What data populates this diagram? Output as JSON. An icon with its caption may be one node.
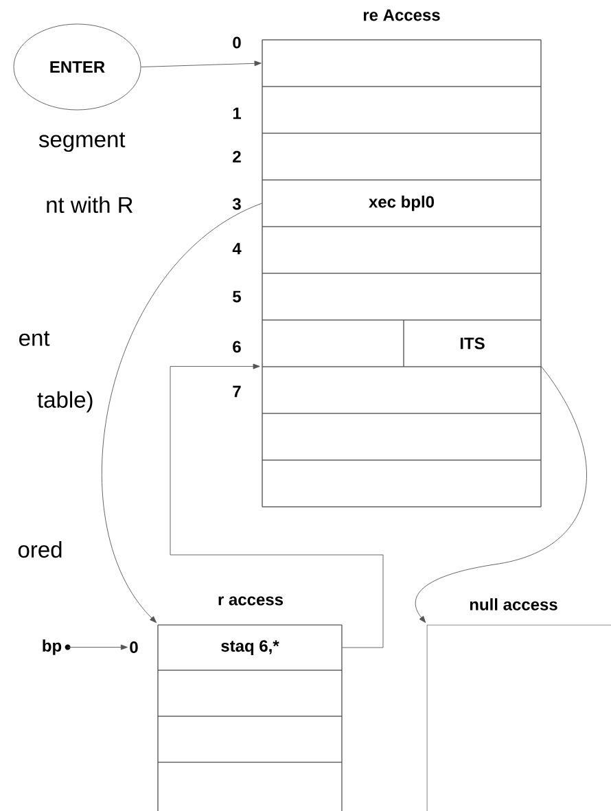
{
  "diagram": {
    "nodes": [
      {
        "text": [
          "ENTER"
        ]
      },
      {
        "text": [
          "re Access"
        ]
      },
      {
        "text": [],
        "shape": "box",
        "in": 1
      },
      {
        "text": [],
        "shape": "box",
        "in": 1
      },
      {
        "text": [],
        "shape": "box",
        "in": 1
      },
      {
        "text": [
          "xec bpl0"
        ],
        "in": 1
      },
      {
        "text": [],
        "shape": "box",
        "in": 1
      },
      {
        "text": [],
        "shape": "box",
        "in": 1
      },
      {
        "text": [],
        "shape": "box",
        "in": 1
      },
      {
        "text": [
          "ITS"
        ],
        "in": 1
      },
      {
        "text": [],
        "shape": "box",
        "in": 1
      },
      {
        "text": [],
        "shape": "box",
        "in": 1
      },
      {
        "text": [],
        "shape": "box",
        "in": 1
      },
      {
        "text": [
          "bp"
        ]
      },
      {
        "text": [
          "0"
        ]
      },
      {
        "text": [
          "r access"
        ]
      },
      {
        "text": [
          "staq 6,*"
        ],
        "in": 15
      },
      {
        "text": [],
        "shape": "box",
        "in": 15
      },
      {
        "text": [],
        "shape": "box",
        "in": 15
      },
      {
        "text": [],
        "shape": "box",
        "in": 15
      },
      {
        "text": [
          "null access"
        ]
      }
    ],
    "edges": [
      {
        "from": 0,
        "to": 2,
        "arrow": "to"
      },
      {
        "from": 5,
        "to": 15,
        "arrow": "to"
      },
      {
        "from": 16,
        "to": 10,
        "arrow": "to"
      },
      {
        "from": 10,
        "to": 20,
        "arrow": "to"
      },
      {
        "from": 13,
        "to": 14,
        "arrow": "to"
      }
    ],
    "labels": [
      "0",
      "1",
      "segment",
      "2",
      "nt with R",
      "3",
      "4",
      "5",
      "ent",
      "6",
      "7",
      "table)",
      "ored"
    ]
  }
}
